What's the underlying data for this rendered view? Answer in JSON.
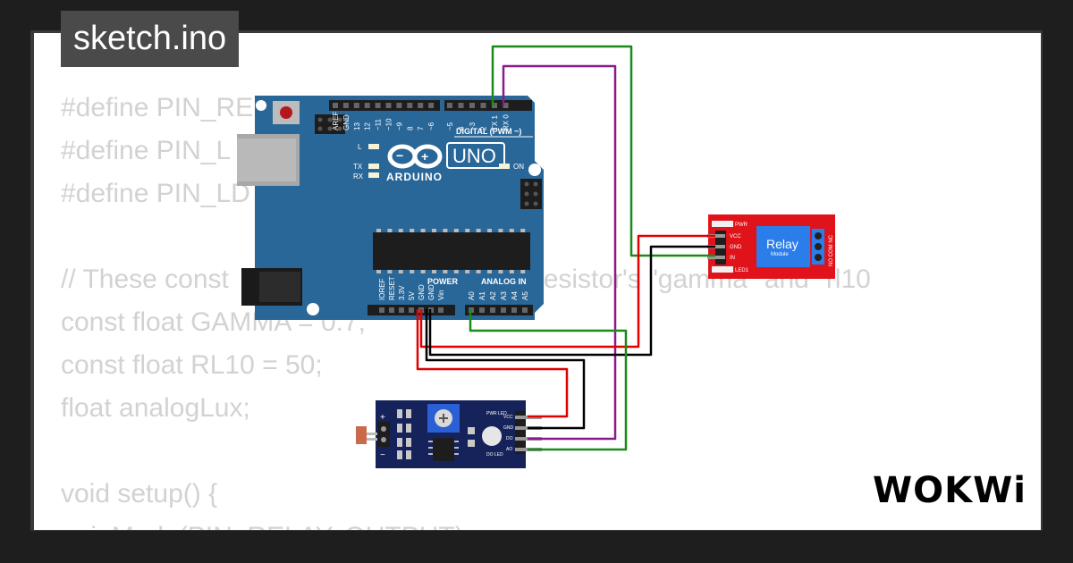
{
  "file_tab": {
    "label": "sketch.ino"
  },
  "code_lines": [
    "#define PIN_RE",
    "#define PIN_L",
    "#define PIN_LD",
    "",
    "// These const",
    "const float GAMMA = 0.7;",
    "const float RL10 = 50;",
    "float analogLux;",
    "",
    "void setup() {",
    "  pinMode(PIN_RELAY, OUTPUT);"
  ],
  "code_tail": "e photoresistor's \"gamma\" and \"rl10",
  "arduino": {
    "model": "UNO",
    "brand": "ARDUINO",
    "digital_header": "DIGITAL (PWM ~)",
    "power_header": "POWER",
    "analog_header": "ANALOG IN",
    "on_label": "ON",
    "l_label": "L",
    "tx_label": "TX",
    "rx_label": "RX",
    "digital_pins": [
      "AREF",
      "GND",
      "13",
      "12",
      "~11",
      "~10",
      "~9",
      "8",
      "7",
      "~6",
      "~5",
      "4",
      "~3",
      "2",
      "TX 1",
      "RX 0"
    ],
    "power_pins": [
      "IOREF",
      "RESET",
      "3.3V",
      "5V",
      "GND",
      "GND",
      "Vin"
    ],
    "analog_pins": [
      "A0",
      "A1",
      "A2",
      "A3",
      "A4",
      "A5"
    ]
  },
  "relay": {
    "title": "Relay",
    "subtitle": "Module",
    "pins": [
      "VCC",
      "GND",
      "IN"
    ],
    "led_pwr": "PWR",
    "led_1": "LED1",
    "terminals": "NO COM NC"
  },
  "sensor": {
    "pins": [
      "VCC",
      "GND",
      "DO",
      "AO"
    ],
    "pwr_led": "PWR LED",
    "do_led": "DO LED",
    "plus": "+",
    "minus": "−"
  },
  "brand_logo": "WOKWi",
  "colors": {
    "board": "#2a6799",
    "relay": "#e0131a",
    "sensor": "#16235a",
    "wire_red": "#e00000",
    "wire_black": "#000000",
    "wire_green": "#1a8a1a",
    "wire_purple": "#8a1a8a"
  }
}
